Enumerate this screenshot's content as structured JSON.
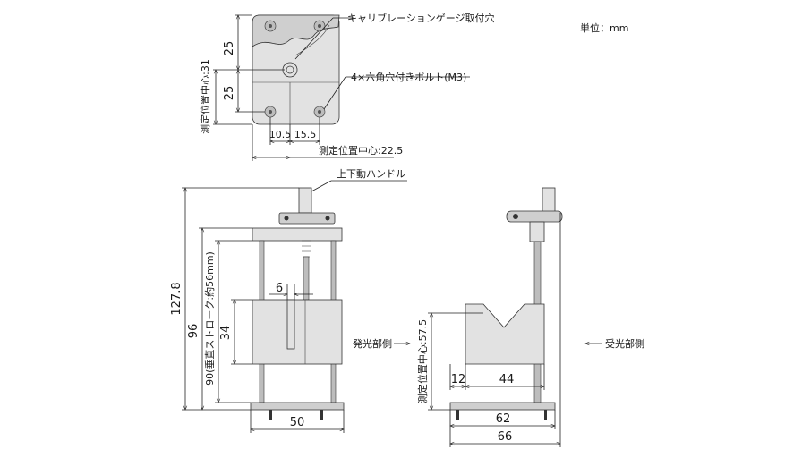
{
  "unit_note": "単位：mm",
  "top_view": {
    "callout_calib": "キャリブレーションゲージ取付穴",
    "callout_bolt": "4×六角穴付きボルト(M3)",
    "dim_upper_25": "25",
    "dim_lower_25": "25",
    "dim_10_5": "10.5",
    "dim_15_5": "15.5",
    "center_y_label": "測定位置中心:31",
    "center_x_label": "測定位置中心:22.5"
  },
  "front_view": {
    "handle_label": "上下動ハンドル",
    "dim_127_8": "127.8",
    "dim_96": "96",
    "stroke_label": "90(垂直ストローク:約56mm)",
    "dim_34": "34",
    "dim_6": "6",
    "dim_50": "50",
    "emitter_label": "発光部側"
  },
  "side_view": {
    "center_label": "測定位置中心:57.5",
    "dim_12": "12",
    "dim_44": "44",
    "dim_62": "62",
    "dim_66": "66",
    "receiver_label": "受光部側"
  }
}
